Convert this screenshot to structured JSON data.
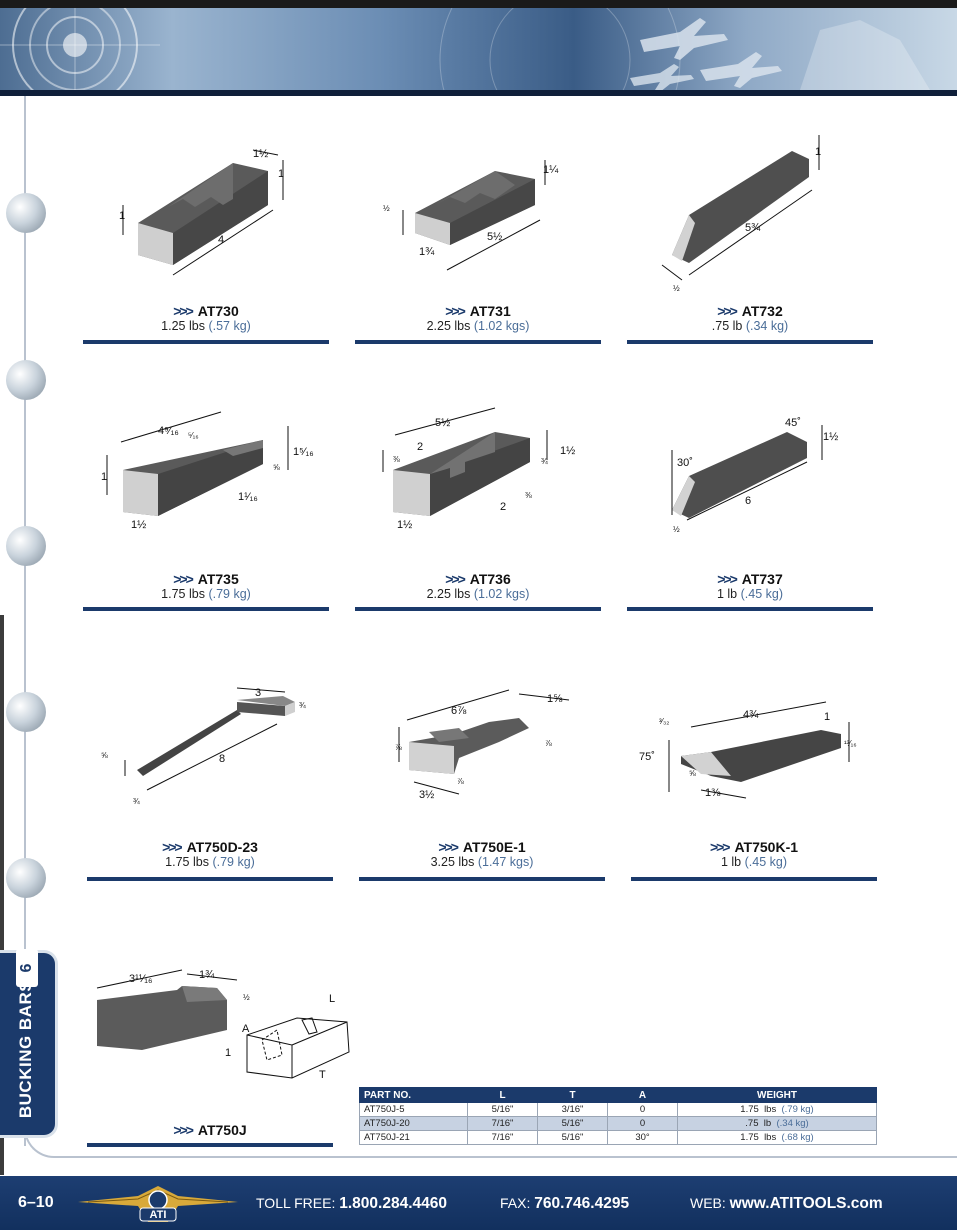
{
  "section": {
    "number": "6",
    "label": "BUCKING BARS"
  },
  "products": [
    {
      "name": "AT730",
      "weight": "1.25 lbs",
      "weight_kg": "(.57 kg)"
    },
    {
      "name": "AT731",
      "weight": "2.25 lbs",
      "weight_kg": "(1.02 kgs)"
    },
    {
      "name": "AT732",
      "weight": ".75 lb",
      "weight_kg": "(.34 kg)"
    },
    {
      "name": "AT735",
      "weight": "1.75 lbs",
      "weight_kg": "(.79 kg)"
    },
    {
      "name": "AT736",
      "weight": "2.25 lbs",
      "weight_kg": "(1.02 kgs)"
    },
    {
      "name": "AT737",
      "weight": "1 lb",
      "weight_kg": "(.45 kg)"
    },
    {
      "name": "AT750D-23",
      "weight": "1.75 lbs",
      "weight_kg": "(.79 kg)"
    },
    {
      "name": "AT750E-1",
      "weight": "3.25 lbs",
      "weight_kg": "(1.47 kgs)"
    },
    {
      "name": "AT750K-1",
      "weight": "1 lb",
      "weight_kg": "(.45 kg)"
    },
    {
      "name": "AT750J",
      "weight": "",
      "weight_kg": ""
    }
  ],
  "dims": {
    "at730": [
      "1½",
      "1",
      "1",
      "4"
    ],
    "at731": [
      "1¼",
      "½",
      "1¾",
      "5½"
    ],
    "at732": [
      "1",
      "5¾",
      "½"
    ],
    "at735": [
      "4⁹⁄₁₆",
      "⁵⁄₁₆",
      "1⁵⁄₁₆",
      "⅝",
      "1",
      "1¹⁄₁₆",
      "1½"
    ],
    "at736": [
      "5½",
      "2",
      "1½",
      "⅜",
      "¾",
      "2",
      "⅜",
      "1½"
    ],
    "at737": [
      "45˚",
      "1½",
      "30˚",
      "6",
      "½"
    ],
    "at750d": [
      "3",
      "¾",
      "8",
      "⅝",
      "¾"
    ],
    "at750e": [
      "6⅞",
      "1⅝",
      "⅞",
      "⅞",
      "⅞",
      "3½"
    ],
    "at750k": [
      "4¾",
      "1",
      "³⁄₃₂",
      "75˚",
      "⅝",
      "1⅜",
      "¹³⁄₁₆"
    ],
    "at750j": [
      "3¹¹⁄₁₆",
      "1¾",
      "½",
      "A",
      "1",
      "L",
      "T"
    ]
  },
  "table": {
    "headers": [
      "PART NO.",
      "L",
      "T",
      "A",
      "WEIGHT"
    ],
    "rows": [
      {
        "part": "AT750J-5",
        "l": "5/16\"",
        "t": "3/16\"",
        "a": "0",
        "w": "1.75",
        "unit": "lbs",
        "kg": "(.79 kg)"
      },
      {
        "part": "AT750J-20",
        "l": "7/16\"",
        "t": "5/16\"",
        "a": "0",
        "w": ".75",
        "unit": "lb",
        "kg": "(.34 kg)"
      },
      {
        "part": "AT750J-21",
        "l": "7/16\"",
        "t": "5/16\"",
        "a": "30°",
        "w": "1.75",
        "unit": "lbs",
        "kg": "(.68 kg)"
      }
    ]
  },
  "footer": {
    "page": "6–10",
    "logo_text": "ATI",
    "toll_free_label": "TOLL FREE:",
    "toll_free": "1.800.284.4460",
    "fax_label": "FAX:",
    "fax": "760.746.4295",
    "web_label": "WEB:",
    "web": "www.ATITOOLS.com"
  },
  "colors": {
    "navy": "#1b3a6b",
    "kg_blue": "#4a6d98",
    "bar_gray": "#3f3f3f"
  }
}
